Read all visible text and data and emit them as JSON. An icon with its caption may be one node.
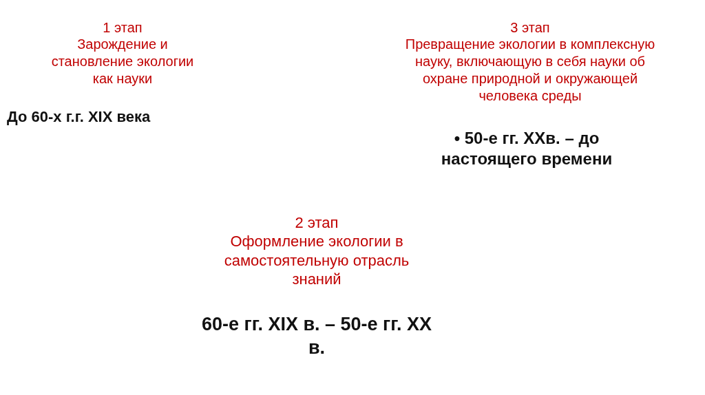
{
  "diagram": {
    "labels": [
      "1 этап",
      "Зарождение и становление экологии как науки",
      "До 60-х г.г. XIX века",
      "3 этап",
      "Превращение экологии в комплексную науку, включающую в себя науки об охране природной и окружающей человека среды",
      "• 50-е гг. XXв. – до настоящего времени",
      "2 этап",
      "Оформление экологии в самостоятельную отрасль знаний",
      "60-е гг. XIX в. – 50-е гг. XX в."
    ]
  }
}
